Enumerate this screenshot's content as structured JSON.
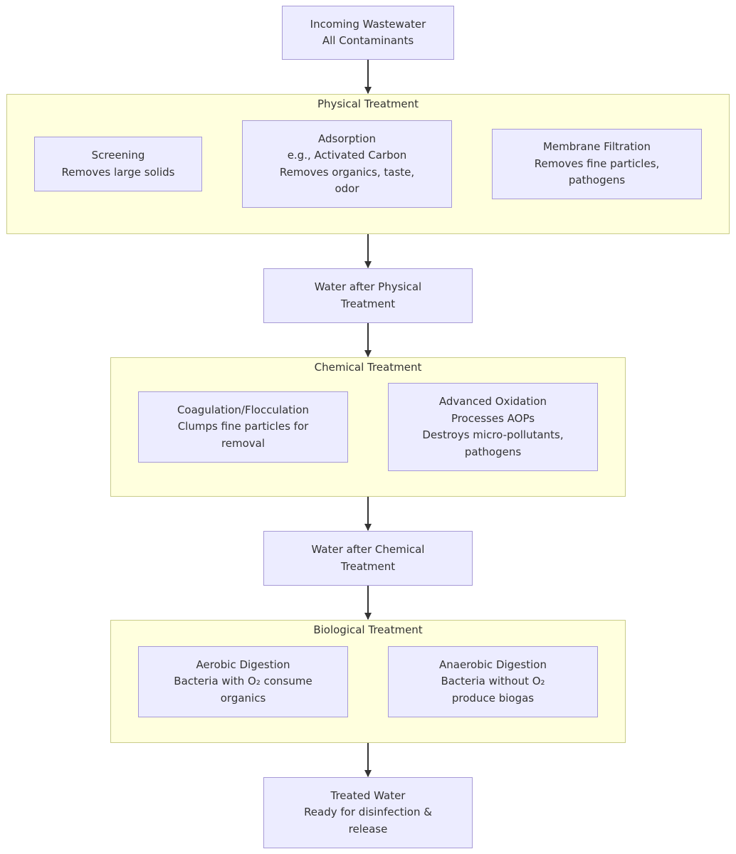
{
  "colors": {
    "node_fill": "#ececff",
    "node_border": "#a79ad6",
    "cluster_fill": "#ffffde",
    "cluster_border": "#c9cc8a",
    "arrow": "#333333",
    "text": "#333333"
  },
  "nodes": {
    "incoming": [
      "Incoming Wastewater",
      "All Contaminants"
    ],
    "screening": [
      "Screening",
      "Removes large solids"
    ],
    "adsorption": [
      "Adsorption",
      "e.g., Activated Carbon",
      "Removes organics, taste,",
      "odor"
    ],
    "membrane": [
      "Membrane Filtration",
      "Removes fine particles,",
      "pathogens"
    ],
    "after_physical": [
      "Water after Physical",
      "Treatment"
    ],
    "coagulation": [
      "Coagulation/Flocculation",
      "Clumps fine particles for",
      "removal"
    ],
    "aop": [
      "Advanced Oxidation",
      "Processes AOPs",
      "Destroys micro-pollutants,",
      "pathogens"
    ],
    "after_chemical": [
      "Water after Chemical",
      "Treatment"
    ],
    "aerobic": [
      "Aerobic Digestion",
      "Bacteria with O₂ consume",
      "organics"
    ],
    "anaerobic": [
      "Anaerobic Digestion",
      "Bacteria without O₂",
      "produce biogas"
    ],
    "treated": [
      "Treated Water",
      "Ready for disinfection &",
      "release"
    ]
  },
  "clusters": {
    "physical": "Physical Treatment",
    "chemical": "Chemical Treatment",
    "biological": "Biological Treatment"
  },
  "edges": [
    [
      "incoming",
      "physical"
    ],
    [
      "physical",
      "after_physical"
    ],
    [
      "after_physical",
      "chemical"
    ],
    [
      "chemical",
      "after_chemical"
    ],
    [
      "after_chemical",
      "biological"
    ],
    [
      "biological",
      "treated"
    ]
  ]
}
